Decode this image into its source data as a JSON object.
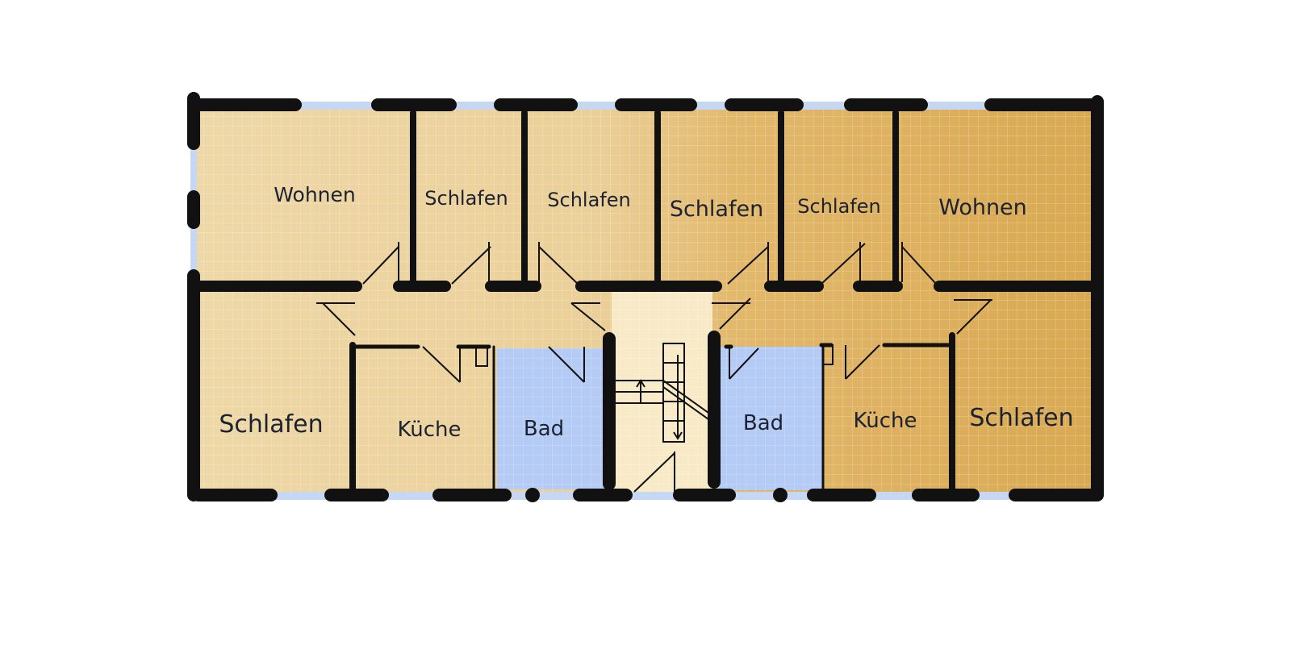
{
  "title": "Grundriss",
  "colors": {
    "light_room": "#ecd4a2",
    "dark_room": "#dcae5e",
    "bath": "#b4cbf6",
    "stair": "#f8eac6",
    "wall": "#111111",
    "label": "#1d2230"
  },
  "rooms": {
    "top": [
      {
        "label": "Wohnen"
      },
      {
        "label": "Schlafen"
      },
      {
        "label": "Schlafen"
      },
      {
        "label": "Schlafen"
      },
      {
        "label": "Schlafen"
      },
      {
        "label": "Wohnen"
      }
    ],
    "bottom": [
      {
        "label": "Schlafen"
      },
      {
        "label": "Küche"
      },
      {
        "label": "Bad"
      },
      {
        "label": "Bad"
      },
      {
        "label": "Küche"
      },
      {
        "label": "Schlafen"
      }
    ]
  }
}
